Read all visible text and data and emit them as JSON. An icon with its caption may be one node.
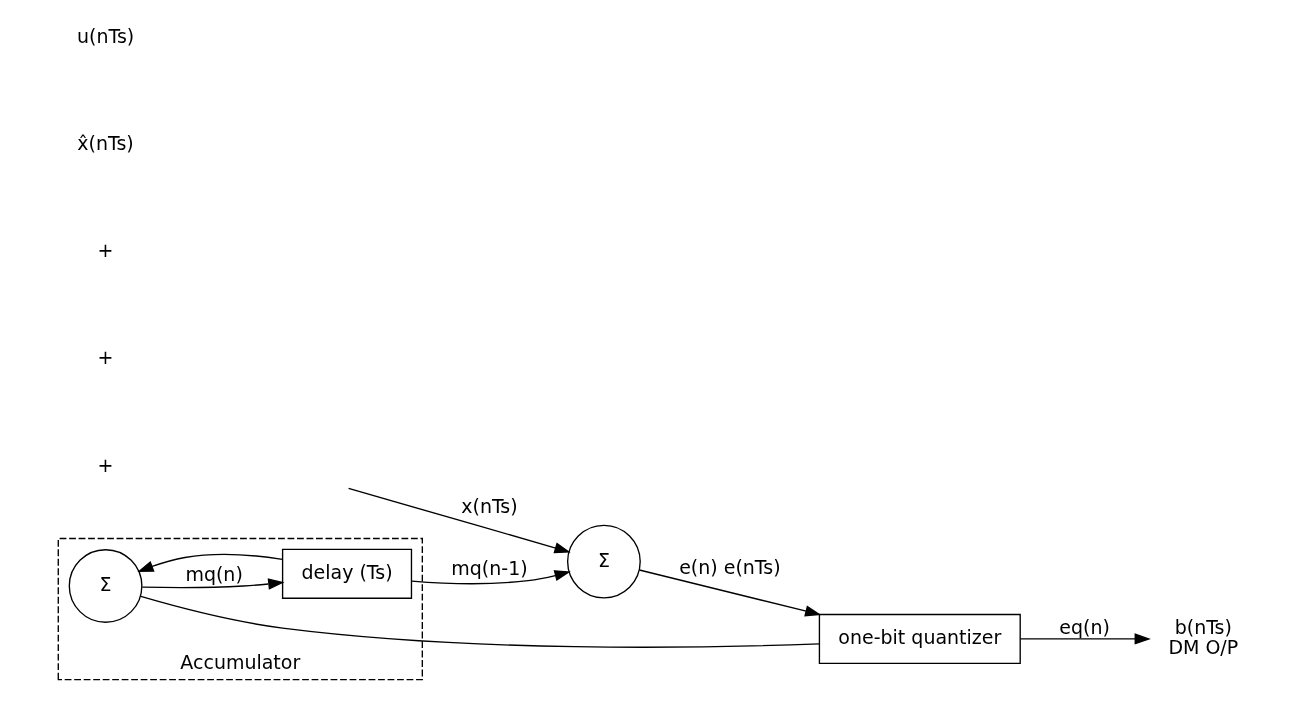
{
  "diagram": {
    "nodes": [
      {
        "text": [
          "Accumulator"
        ]
      },
      {
        "text": [
          "Σ"
        ]
      },
      {
        "text": [
          "one-bit quantizer"
        ]
      },
      {
        "text": [
          "Σ"
        ],
        "in": 0
      },
      {
        "text": [
          "delay (Ts)"
        ],
        "in": 0
      },
      {
        "text": [
          "b(nTs)",
          "DM O/P"
        ]
      }
    ],
    "edges": [
      {
        "from": null,
        "to": 1,
        "arrow": "to",
        "label": "x(nTs)"
      },
      {
        "from": 1,
        "to": 2,
        "arrow": "to",
        "label": "e(n) e(nTs)"
      },
      {
        "from": 2,
        "to": 5,
        "arrow": "to",
        "label": "eq(n)"
      },
      {
        "from": 2,
        "to": 3,
        "arrow": "none"
      },
      {
        "from": 3,
        "to": 4,
        "arrow": "to",
        "label": "mq(n)"
      },
      {
        "from": 4,
        "to": 1,
        "arrow": "to",
        "label": "mq(n-1)"
      },
      {
        "from": 4,
        "to": 3,
        "arrow": "to"
      }
    ],
    "labels": [
      "+",
      "+",
      "+",
      "x̂(nTs)",
      "u(nTs)"
    ]
  }
}
